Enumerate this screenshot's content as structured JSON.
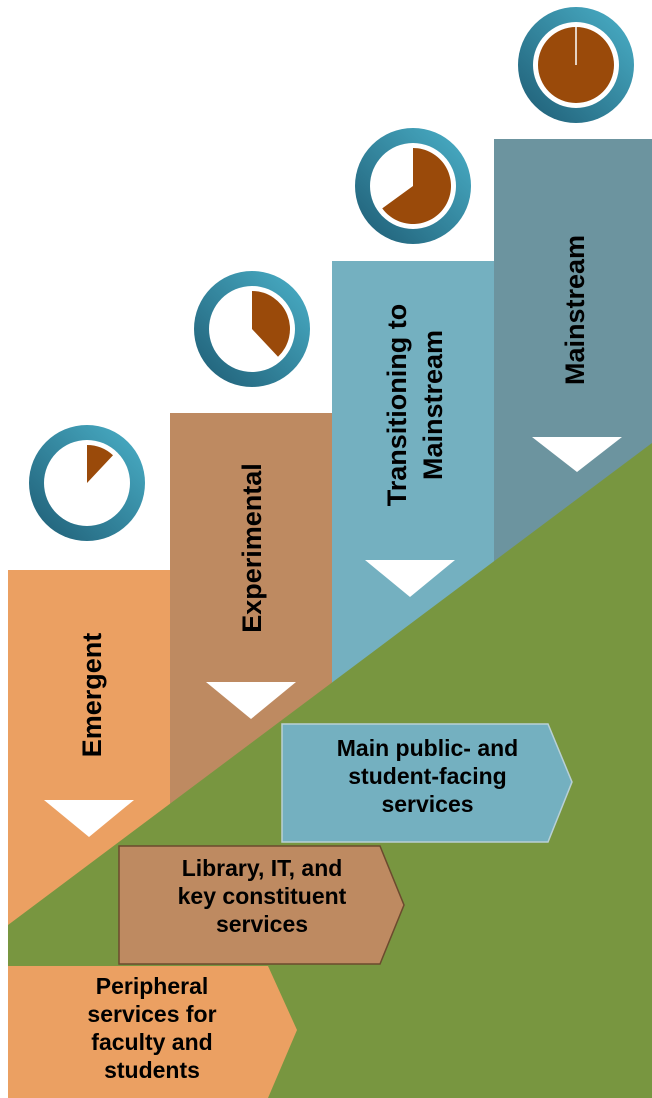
{
  "stages": [
    {
      "label": "Emergent",
      "color": "#EBA062",
      "progress": 0.12
    },
    {
      "label": "Experimental",
      "color": "#BE8A61",
      "progress": 0.38
    },
    {
      "label_line1": "Transitioning to",
      "label_line2": "Mainstream",
      "color": "#74B0C0",
      "progress": 0.65
    },
    {
      "label": "Mainstream",
      "color": "#6C949F",
      "progress": 1.0
    }
  ],
  "services": [
    {
      "lines": [
        "Main public- and",
        "student-facing",
        "services"
      ],
      "color": "#74B0C0"
    },
    {
      "lines": [
        "Library, IT, and",
        "key constituent",
        "services"
      ],
      "color": "#BE8A61"
    },
    {
      "lines": [
        "Peripheral",
        "services for",
        "faculty and",
        "students"
      ],
      "color": "#EBA062"
    }
  ],
  "colors": {
    "ground": "#789640",
    "pie_fill": "#9A4A0A",
    "ring_dark": "#1E5C74",
    "ring_light": "#4BB1C9"
  }
}
